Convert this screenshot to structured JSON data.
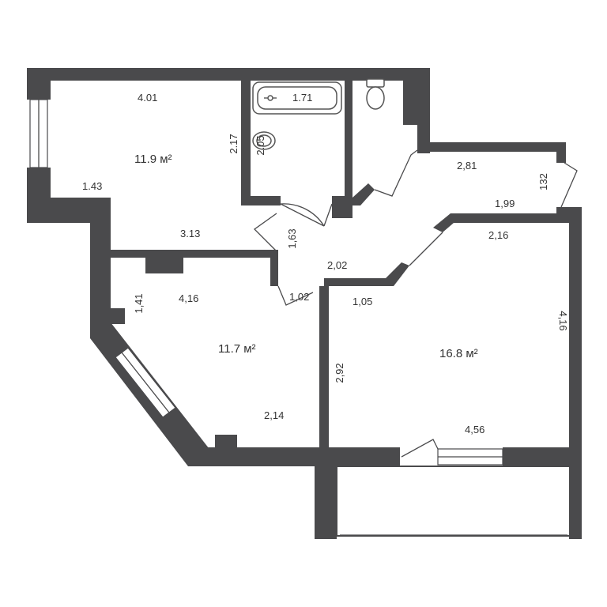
{
  "rooms": [
    {
      "id": "room-top-left",
      "area": "11.9 м²"
    },
    {
      "id": "room-lower-left",
      "area": "11.7 м²"
    },
    {
      "id": "room-right",
      "area": "16.8 м²"
    }
  ],
  "dimensions": {
    "d401": "4.01",
    "d171": "1.71",
    "d217": "2.17",
    "d205": "2.05",
    "d143": "1.43",
    "d313": "3.13",
    "d163": "1,63",
    "d281": "2,81",
    "d132": "132",
    "d199": "1,99",
    "d216": "2,16",
    "d202": "2,02",
    "d141": "1,41",
    "d416a": "4,16",
    "d102": "1,02",
    "d105": "1,05",
    "d416b": "4,16",
    "d292": "2,92",
    "d214": "2,14",
    "d456": "4,56"
  },
  "icons": [
    "bathtub-icon",
    "sink-icon",
    "toilet-icon"
  ]
}
